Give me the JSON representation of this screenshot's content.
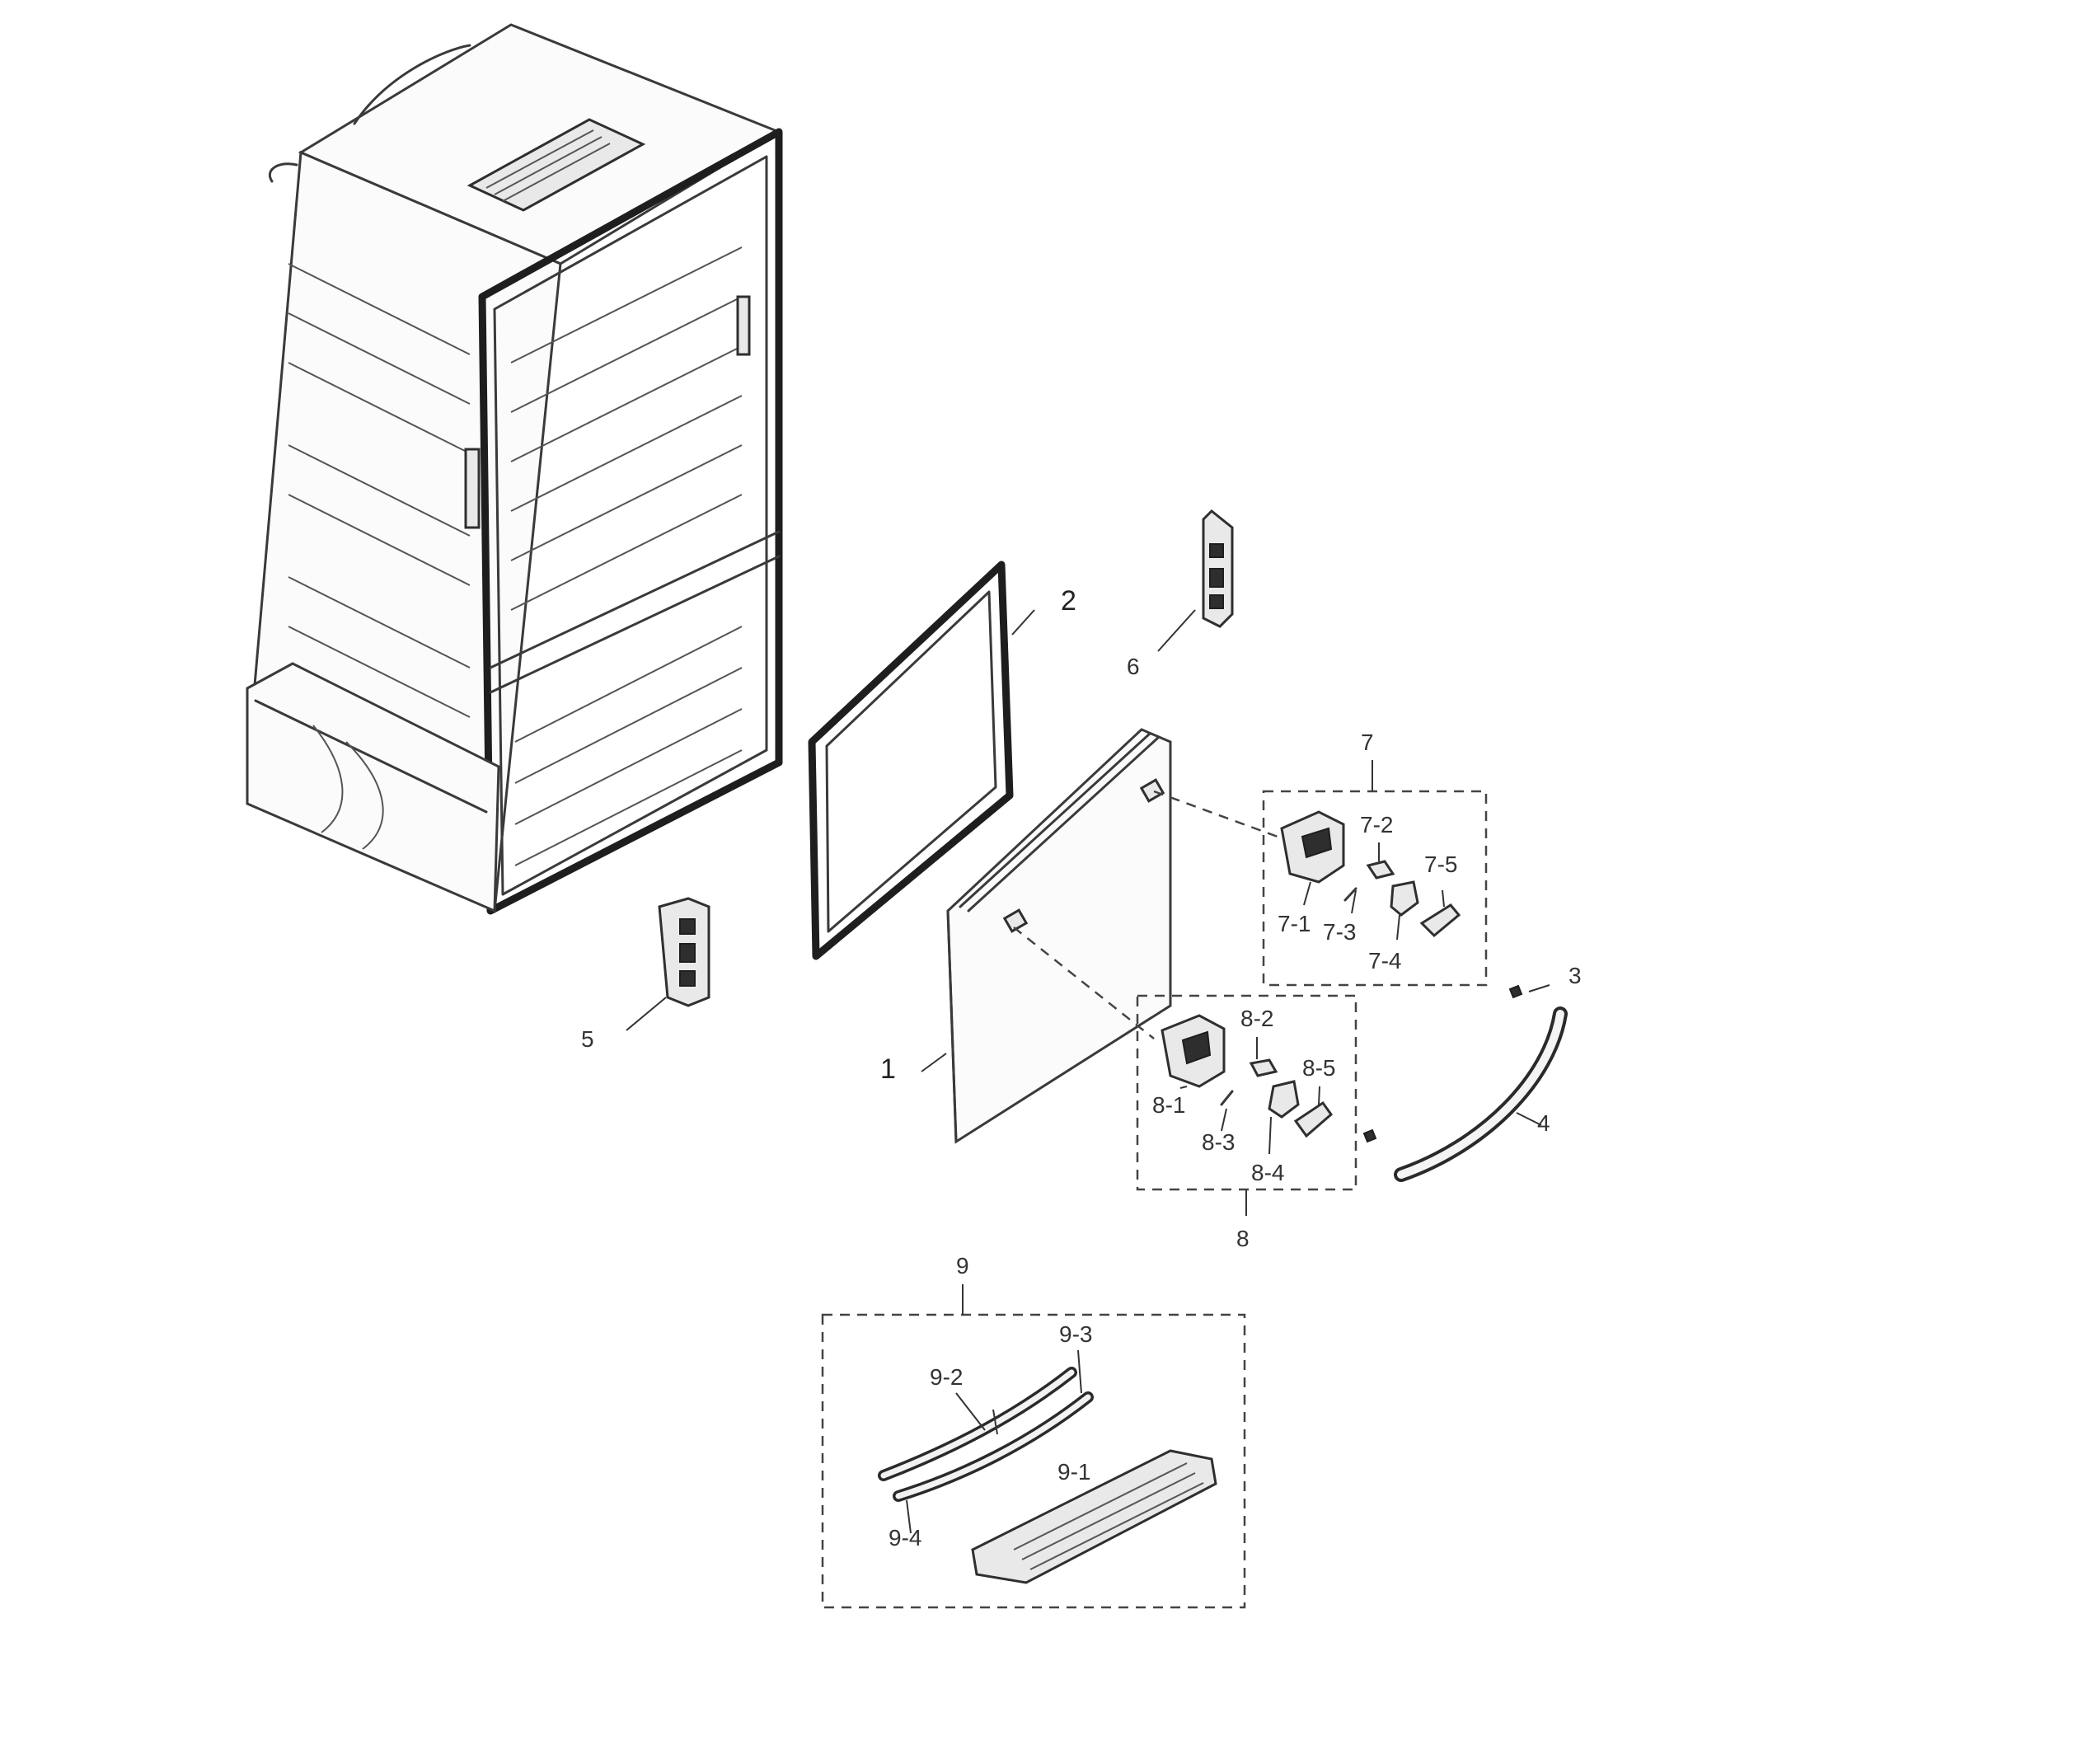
{
  "diagram": {
    "labels": {
      "l1": "1",
      "l2": "2",
      "l3": "3",
      "l4": "4",
      "l5": "5",
      "l6": "6",
      "l7": "7",
      "l7_1": "7-1",
      "l7_2": "7-2",
      "l7_3": "7-3",
      "l7_4": "7-4",
      "l7_5": "7-5",
      "l8": "8",
      "l8_1": "8-1",
      "l8_2": "8-2",
      "l8_3": "8-3",
      "l8_4": "8-4",
      "l8_5": "8-5",
      "l9": "9",
      "l9_1": "9-1",
      "l9_2": "9-2",
      "l9_3": "9-3",
      "l9_4": "9-4"
    }
  }
}
